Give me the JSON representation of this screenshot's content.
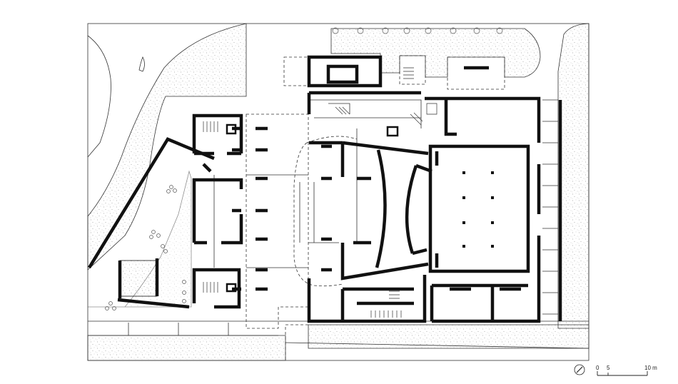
{
  "drawing": {
    "type": "architectural floor plan",
    "colors": {
      "wall": "#111111",
      "line": "#333333",
      "stipple": "#9a9a9a",
      "background": "#ffffff"
    }
  },
  "scale_bar": {
    "tick_labels": [
      "0",
      "5",
      "10 m"
    ]
  },
  "north_arrow": {
    "icon": "north-arrow-icon"
  }
}
